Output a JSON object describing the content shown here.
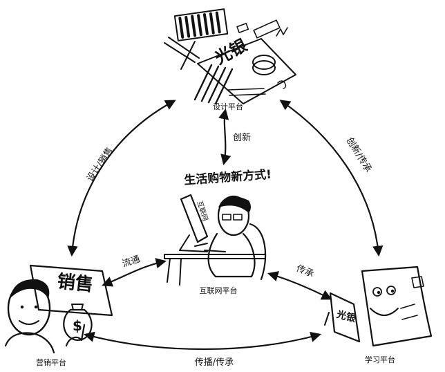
{
  "nodes": {
    "design": {
      "label": "设计平台",
      "image_text": "光银"
    },
    "internet": {
      "label": "互联网平台",
      "speech": "生活购物新方式!",
      "screen_text": "互联网"
    },
    "marketing": {
      "label": "营销平台",
      "sign_text": "销售"
    },
    "learning": {
      "label": "学习平台",
      "book_text": "光银"
    }
  },
  "edges": {
    "design_internet": "创新",
    "design_marketing": "设计/销售",
    "design_learning": "创新/传承",
    "internet_marketing": "流通",
    "internet_learning": "传承",
    "marketing_learning": "传播/传承"
  },
  "colors": {
    "ink": "#111111",
    "background": "#ffffff"
  }
}
